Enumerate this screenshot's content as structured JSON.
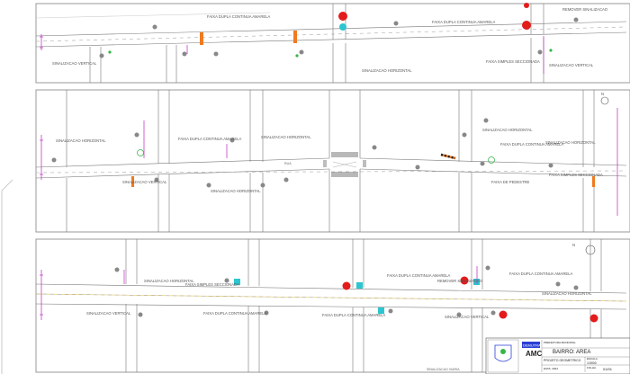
{
  "drawing": {
    "title_block": {
      "client_label": "PREFEITURA MUNICIPAL",
      "neighborhood": "BAIRRO: AREA",
      "sheet_label": "FOLHA",
      "scale_label": "ESCALA",
      "scale_value": "1/3000",
      "project_label": "PROJETO GEOMETRICO",
      "logo_text": "AMC",
      "badge_text": "DEMUTRAN",
      "footer_text": "SINALIZACAO VIARIA",
      "sheet_number": "01/01",
      "date_text": "DATA: 2024"
    },
    "notes": {
      "sinal_vertical": "SINALIZACAO VERTICAL",
      "sinal_horizontal": "SINALIZACAO HORIZONTAL",
      "faixa_dupla": "FAIXA DUPLA CONTINUA AMARELA",
      "faixa_seccionada": "FAIXA SIMPLES SECCIONADA",
      "remover": "REMOVER SINALIZACAO",
      "pedestre": "FAIXA DE PEDESTRE",
      "rua": "RUA"
    },
    "north_label": "N",
    "colors": {
      "road_line": "#777777",
      "frame": "#999999",
      "magenta": "#c33fc3",
      "red_sign": "#e31b1b",
      "cyan_sign": "#2bc6cf",
      "orange_bar": "#ef7a1f",
      "green": "#39b54a",
      "blue": "#2b3fd6"
    }
  }
}
